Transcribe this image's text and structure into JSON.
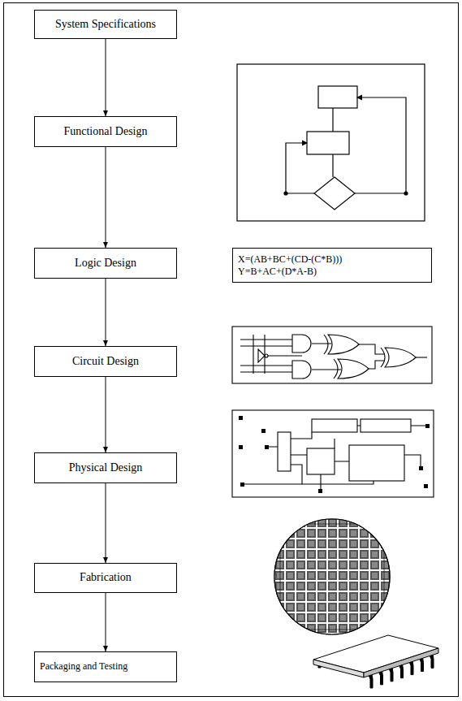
{
  "diagram": {
    "nodes": [
      {
        "text": [
          "System Specifications"
        ]
      },
      {
        "text": [
          "Functional Design"
        ]
      },
      {
        "text": [
          "Logic Design"
        ]
      },
      {
        "text": [
          "Circuit Design"
        ]
      },
      {
        "text": [
          "Physical Design"
        ]
      },
      {
        "text": [
          "Fabrication"
        ]
      },
      {
        "text": [
          "Packaging and Testing"
        ]
      },
      {
        "text": [
          "X=(AB+BC+(CD-(C*B)))",
          "Y=B+AC+(D*A-B)"
        ]
      }
    ],
    "edges": [
      {
        "from": 0,
        "to": 1,
        "arrow": "to"
      },
      {
        "from": 1,
        "to": 2,
        "arrow": "to"
      },
      {
        "from": 2,
        "to": 3,
        "arrow": "to"
      },
      {
        "from": 3,
        "to": 4,
        "arrow": "to"
      },
      {
        "from": 4,
        "to": 5,
        "arrow": "to"
      },
      {
        "from": 5,
        "to": 6,
        "arrow": "to"
      }
    ]
  }
}
